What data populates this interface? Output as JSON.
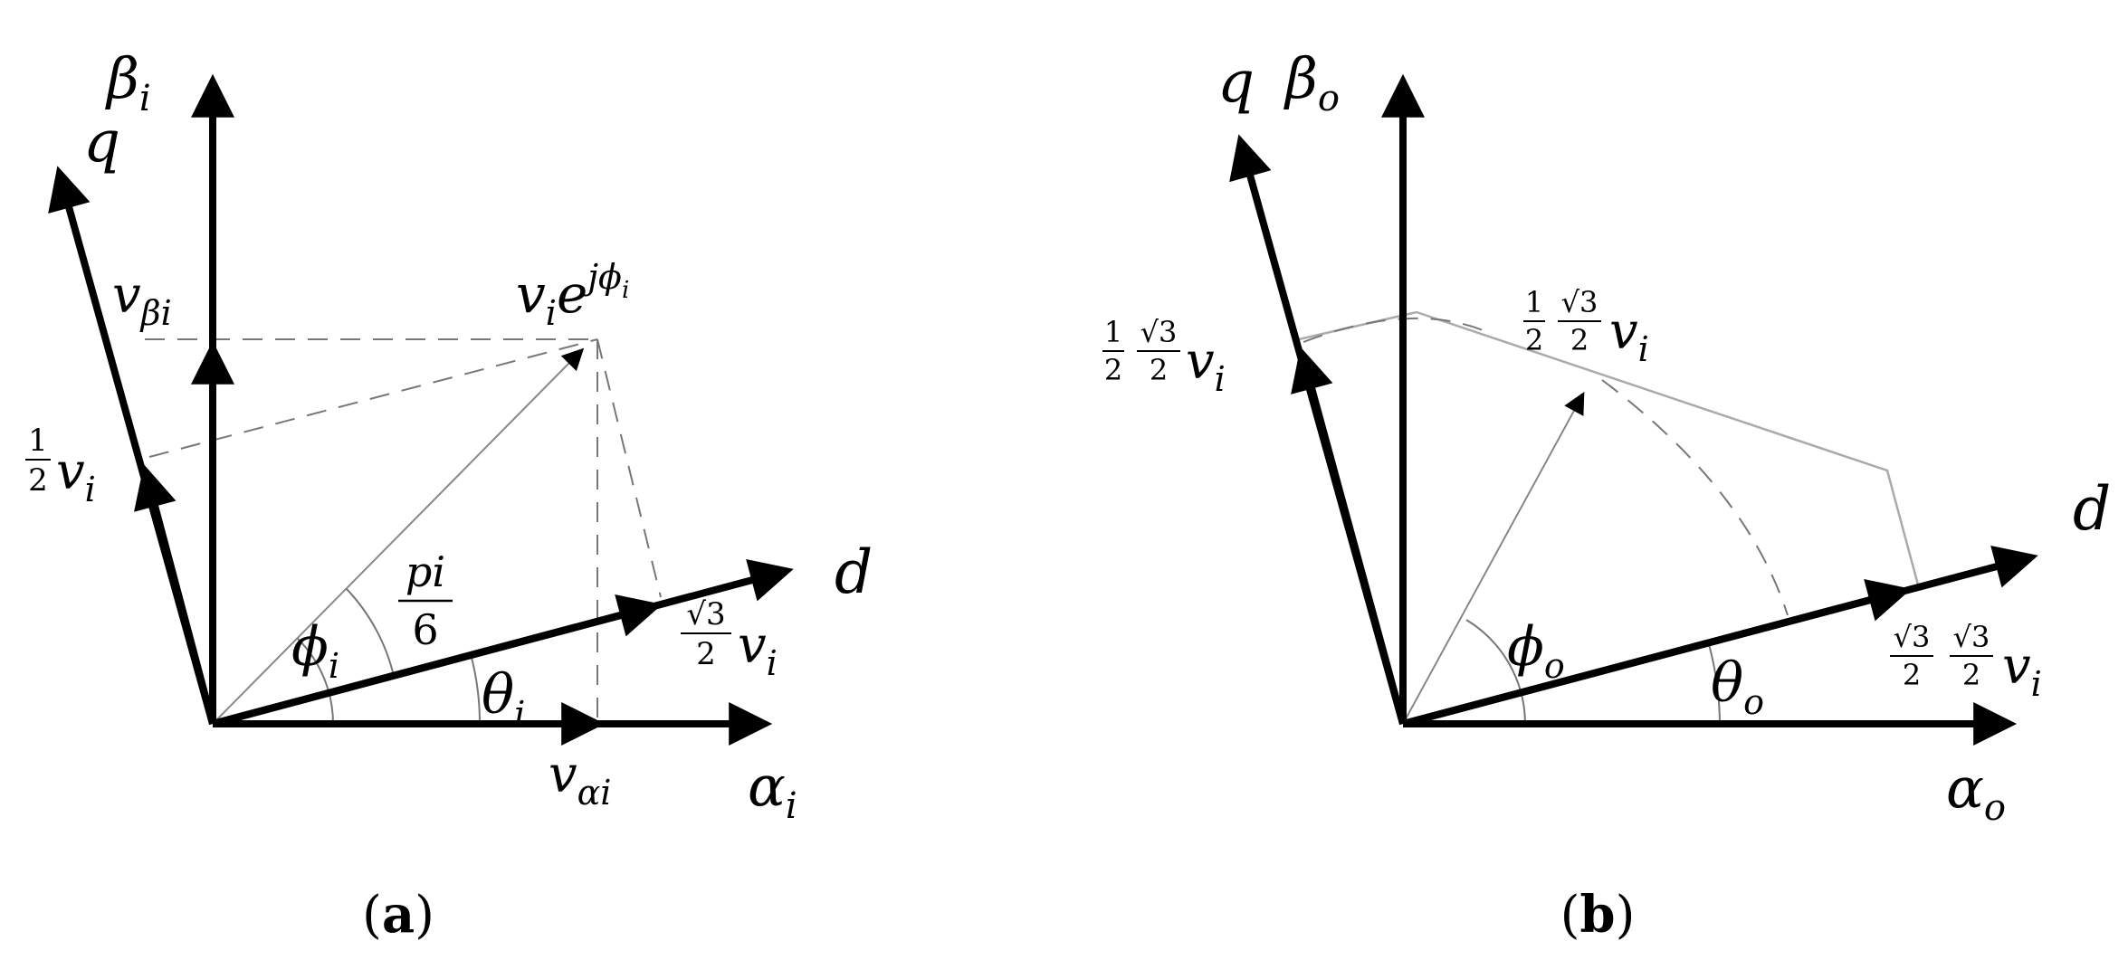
{
  "panel_a": {
    "caption_open": "(",
    "caption_letter": "a",
    "caption_close": ")",
    "beta_axis": {
      "base": "β",
      "sub": "i"
    },
    "q_axis": "q",
    "d_axis": "d",
    "alpha_axis": {
      "base": "α",
      "sub": "i"
    },
    "v_beta": {
      "base": "v",
      "sub": "βi"
    },
    "v_alpha": {
      "base": "v",
      "sub": "αi"
    },
    "vector_label": {
      "base": "v",
      "sub": "i",
      "exp": "e",
      "sup": "jϕ",
      "supsub": "i"
    },
    "half_vi": {
      "num": "1",
      "den": "2",
      "base": "v",
      "sub": "i"
    },
    "sqrt3_vi": {
      "num": "√3",
      "den": "2",
      "base": "v",
      "sub": "i"
    },
    "phi": {
      "base": "ϕ",
      "sub": "i"
    },
    "pi6": {
      "num": "pi",
      "den": "6"
    },
    "theta": {
      "base": "θ",
      "sub": "i"
    }
  },
  "panel_b": {
    "caption_open": "(",
    "caption_letter": "b",
    "caption_close": ")",
    "q_axis": "q",
    "beta_axis": {
      "base": "β",
      "sub": "o"
    },
    "d_axis": "d",
    "alpha_axis": {
      "base": "α",
      "sub": "o"
    },
    "left_label": {
      "num1": "1",
      "den1": "2",
      "num2": "√3",
      "den2": "2",
      "base": "v",
      "sub": "i"
    },
    "top_label": {
      "num1": "1",
      "den1": "2",
      "num2": "√3",
      "den2": "2",
      "base": "v",
      "sub": "i"
    },
    "right_label": {
      "num1": "√3",
      "den1": "2",
      "num2": "√3",
      "den2": "2",
      "base": "v",
      "sub": "i"
    },
    "phi": {
      "base": "ϕ",
      "sub": "o"
    },
    "theta": {
      "base": "θ",
      "sub": "o"
    }
  }
}
